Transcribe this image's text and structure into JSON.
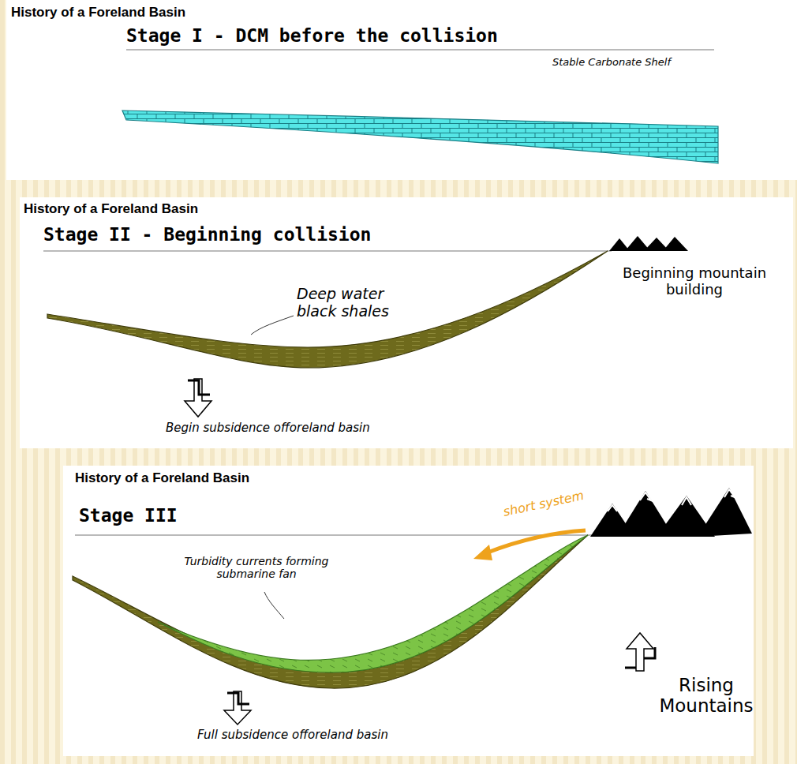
{
  "diagram": {
    "labels": [
      "History of a Foreland Basin",
      "Stage I - DCM before the collision",
      "Stable Carbonate Shelf",
      "History of a Foreland Basin",
      "Stage II - Beginning collision",
      "Deep water black shales",
      "Beginning mountain building",
      "Begin subsidence offoreland basin",
      "History of a Foreland Basin",
      "Stage III",
      "short system",
      "Turbidity currents forming submarine fan",
      "Rising Mountains",
      "Full subsidence offoreland basin"
    ]
  }
}
